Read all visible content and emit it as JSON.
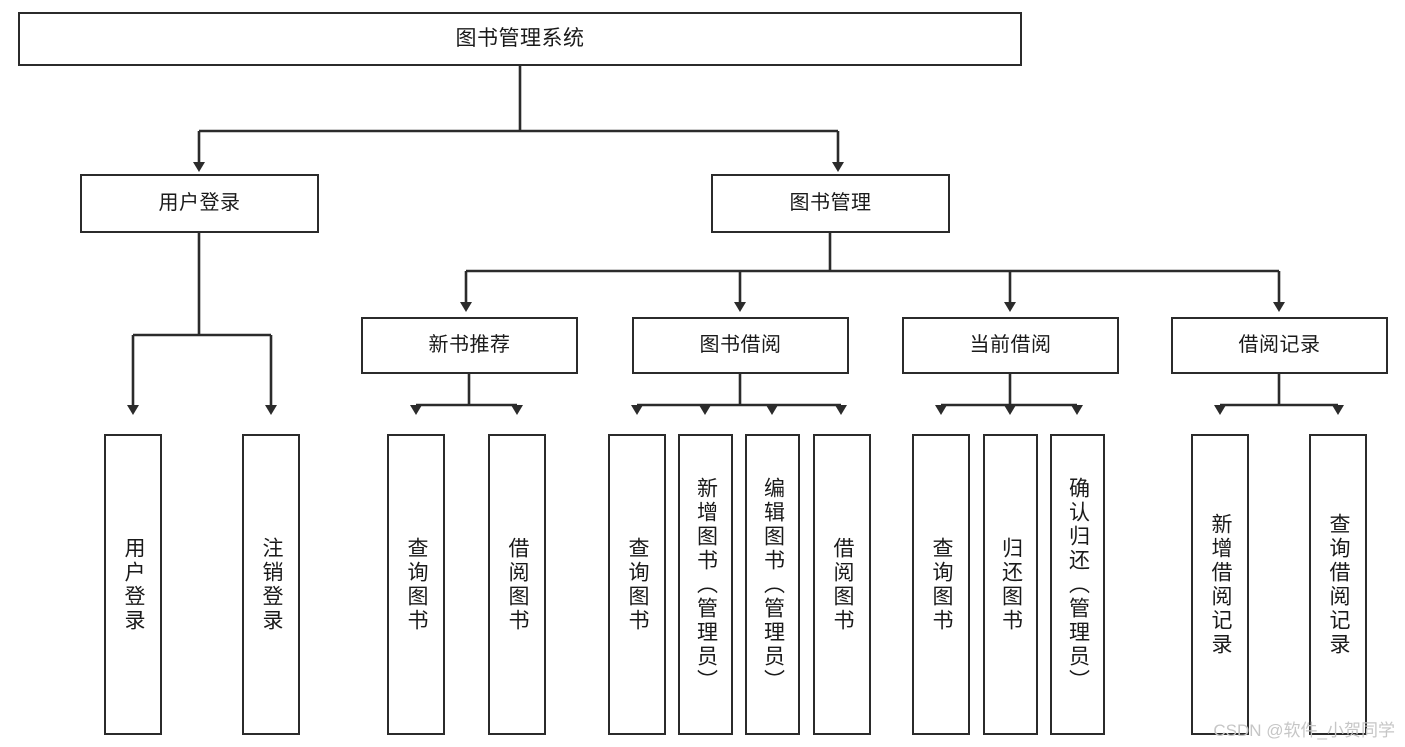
{
  "diagram": {
    "type": "tree",
    "title": "图书管理系统",
    "watermark": "CSDN @软件_小贺同学",
    "colors": {
      "stroke": "#2b2b2b",
      "fill": "#ffffff",
      "text": "#1a1a1a",
      "watermark": "#c6c6c6"
    },
    "root": {
      "label": "图书管理系统"
    },
    "level2": [
      {
        "label": "用户登录"
      },
      {
        "label": "图书管理"
      }
    ],
    "level3": [
      {
        "label": "新书推荐"
      },
      {
        "label": "图书借阅"
      },
      {
        "label": "当前借阅"
      },
      {
        "label": "借阅记录"
      }
    ],
    "leaves": {
      "user_login": [
        {
          "label": "用户登录"
        },
        {
          "label": "注销登录"
        }
      ],
      "new_book_recommend": [
        {
          "label": "查询图书"
        },
        {
          "label": "借阅图书"
        }
      ],
      "book_borrow": [
        {
          "label": "查询图书"
        },
        {
          "label": "新增图书（管理员）"
        },
        {
          "label": "编辑图书（管理员）"
        },
        {
          "label": "借阅图书"
        }
      ],
      "current_borrow": [
        {
          "label": "查询图书"
        },
        {
          "label": "归还图书"
        },
        {
          "label": "确认归还（管理员）"
        }
      ],
      "borrow_record": [
        {
          "label": "新增借阅记录"
        },
        {
          "label": "查询借阅记录"
        }
      ]
    }
  }
}
